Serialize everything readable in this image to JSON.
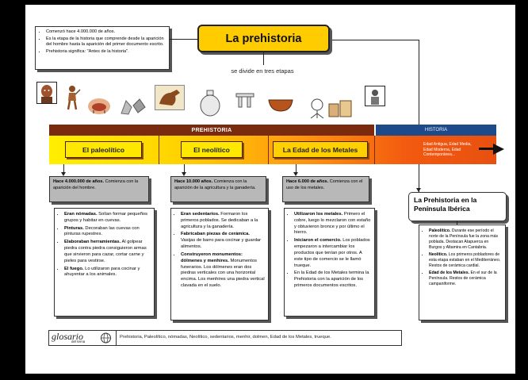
{
  "intro": {
    "items": [
      "Comenzó hace 4.000.000 de años.",
      "Es la etapa de la historia que comprende desde la aparición del hombre hasta la aparición del primer documento escrito.",
      "Prehistoria significa: \"Antes de la historia\"."
    ]
  },
  "title": "La prehistoria",
  "divide_label": "se divide en tres etapas",
  "timeline": {
    "prehistoria_label": "PREHISTORIA",
    "historia_label": "HISTORIA",
    "historia_ages": "Edad Antigua, Edad Media, Edad Moderna, Edad Contemporánea...",
    "periods": [
      "El paleolítico",
      "El neolítico",
      "La Edad de los Metales"
    ]
  },
  "columns": [
    {
      "header": {
        "bold": "Hace 4.000.000 de años.",
        "rest": " Comienza con la aparición del hombre."
      },
      "items": [
        {
          "bold": "Eran nómadas.",
          "rest": " Solían formar pequeños grupos y habitar en cuevas."
        },
        {
          "bold": "Pinturas.",
          "rest": " Decoraban las cuevas con pinturas rupestres."
        },
        {
          "bold": "Elaboraban herramientas.",
          "rest": " Al golpear piedra contra piedra consiguieron armas que sirvieron para cazar, cortar carne y pieles para vestirse."
        },
        {
          "bold": "El fuego.",
          "rest": " Lo utilizaron para cocinar y ahuyentar a los animales."
        }
      ]
    },
    {
      "header": {
        "bold": "Hace 10.000 años.",
        "rest": " Comienza con la aparición de la agricultura y la ganadería."
      },
      "items": [
        {
          "bold": "Eran sedentarios.",
          "rest": " Formaron los primeros poblados. Se dedicaban a la agricultura y la ganadería."
        },
        {
          "bold": "Fabricaban piezas de cerámica.",
          "rest": " Vasijas de barro para cocinar y guardar alimentos."
        },
        {
          "bold": "Construyeron monumentos: dólmenes y menhires.",
          "rest": " Monumentos funerarios. Los dólmenes eran dos piedras verticales con una horizontal encima. Los menhires una piedra vertical clavada en el suelo."
        }
      ]
    },
    {
      "header": {
        "bold": "Hace 6.000 de años.",
        "rest": " Comienza con el uso de los metales."
      },
      "items": [
        {
          "bold": "Utilizaron los metales.",
          "rest": " Primero el cobre, luego lo mezclaron con estaño y obtuvieron bronce y por último el hierro."
        },
        {
          "bold": "Iniciaron el comercio.",
          "rest": " Los poblados empezaron a intercambiar los productos que tenían por otros. A este tipo de comercio se le llamó trueque."
        },
        {
          "bold": "",
          "rest": "En la Edad de los Metales termina la Prehistoria con la aparición de los primeros documentos escritos."
        }
      ]
    }
  ],
  "iberia": {
    "title": "La Prehistoria en la Península Ibérica",
    "items": [
      {
        "bold": "Paleolítico.",
        "rest": " Durante ese período el norte de la Península fue la zona más poblada. Destacan Atapuerca en Burgos y Altamira en Cantabria."
      },
      {
        "bold": "Neolítico.",
        "rest": " Los primeros pobladores de esta etapa estaban en el Mediterráneo. Restos de cerámica cardial."
      },
      {
        "bold": "Edad de los Metales.",
        "rest": " En el sur de la Península. Restos de cerámica campaniforme."
      }
    ]
  },
  "glossary": {
    "word": "glosario",
    "sub": "del tema",
    "terms": "Prehistoria, Paleolítico, nómadas, Neolítico, sedentarios, menhir, dolmen,  Edad de los Metales, trueque."
  },
  "colors": {
    "title_fill": "#ffcc00",
    "prehistoria_bar": "#7a2a0e",
    "historia_bar": "#1f4a8a",
    "period_box": "#ffe800",
    "header_gray": "#b8b8b8"
  }
}
